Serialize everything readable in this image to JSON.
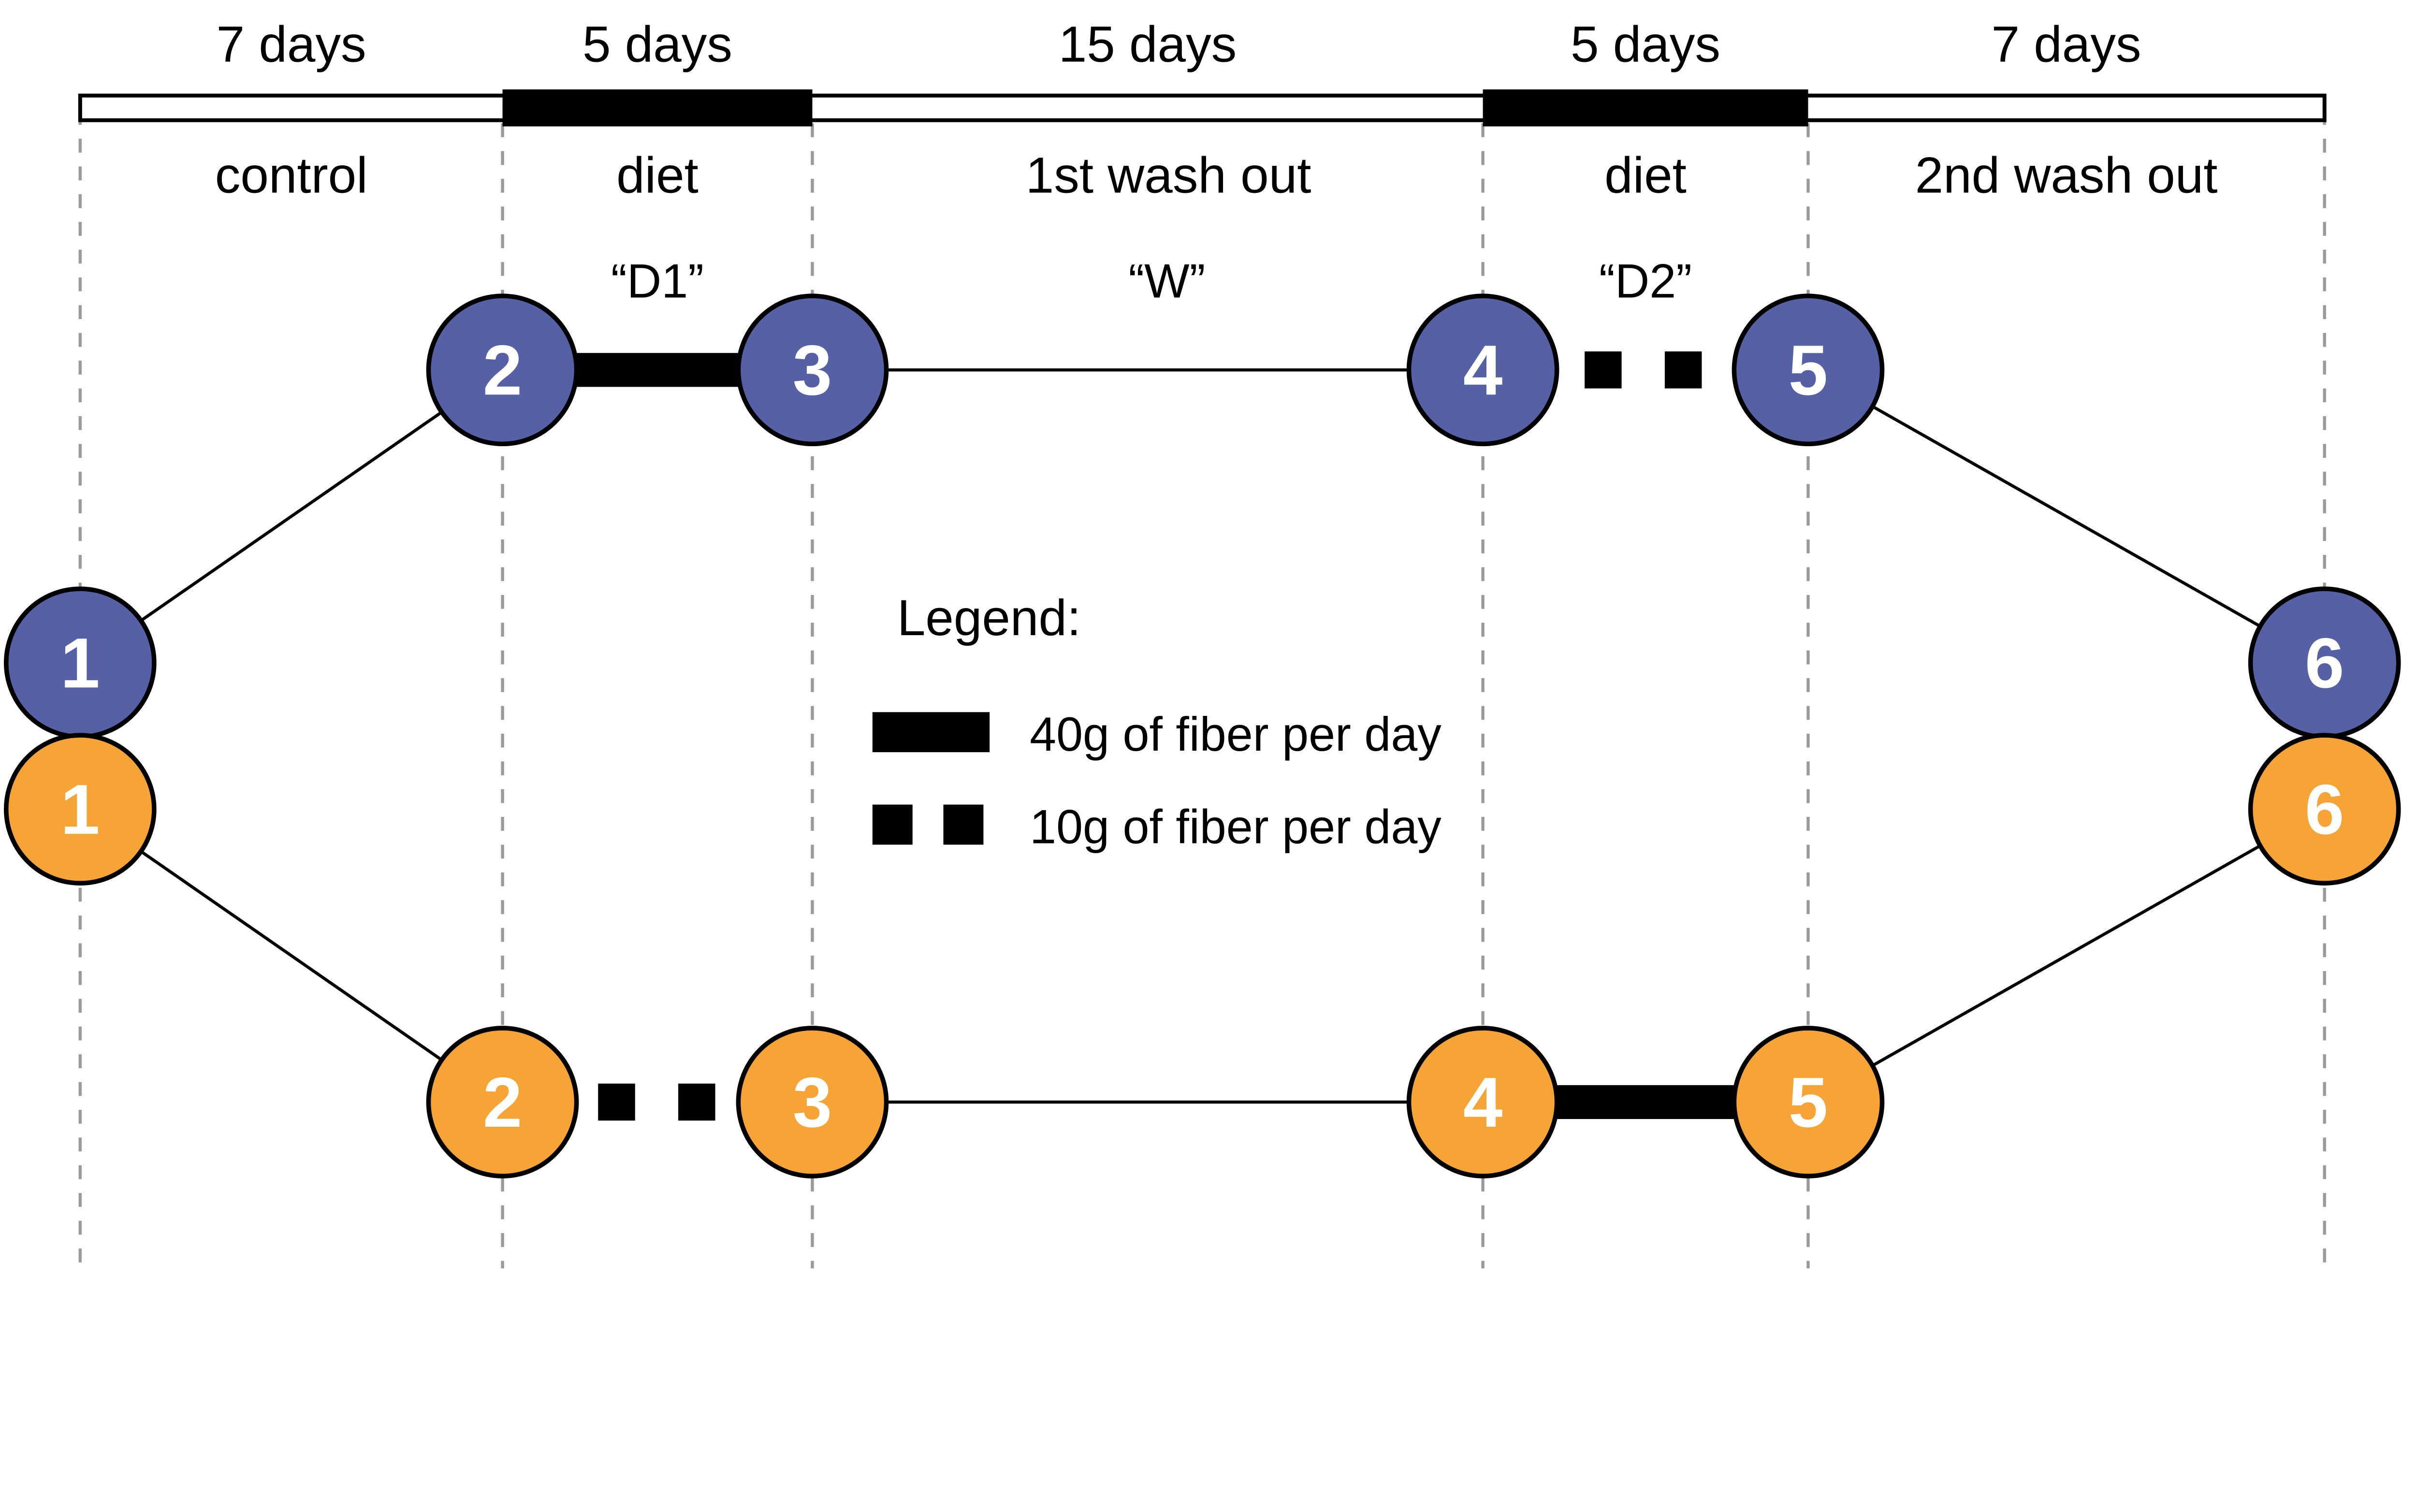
{
  "colors": {
    "blue_arm": "#5661a5",
    "orange_arm": "#f6a435",
    "intervention": "#000000"
  },
  "timeline": {
    "segments": [
      {
        "duration": "7 days",
        "phase": "control",
        "code": ""
      },
      {
        "duration": "5 days",
        "phase": "diet",
        "code": "“D1”"
      },
      {
        "duration": "15 days",
        "phase": "1st wash out",
        "code": "“W”"
      },
      {
        "duration": "5 days",
        "phase": "diet",
        "code": "“D2”"
      },
      {
        "duration": "7 days",
        "phase": "2nd wash out",
        "code": ""
      }
    ]
  },
  "arms": {
    "blue": {
      "color": "#5661a5",
      "nodes": [
        "1",
        "2",
        "3",
        "4",
        "5",
        "6"
      ]
    },
    "orange": {
      "color": "#f6a435",
      "nodes": [
        "1",
        "2",
        "3",
        "4",
        "5",
        "6"
      ]
    }
  },
  "legend": {
    "title": "Legend:",
    "items": [
      {
        "swatch": "solid-bar-icon",
        "label": "40g of fiber per day"
      },
      {
        "swatch": "dashed-squares-icon",
        "label": "10g of fiber per day"
      }
    ]
  }
}
